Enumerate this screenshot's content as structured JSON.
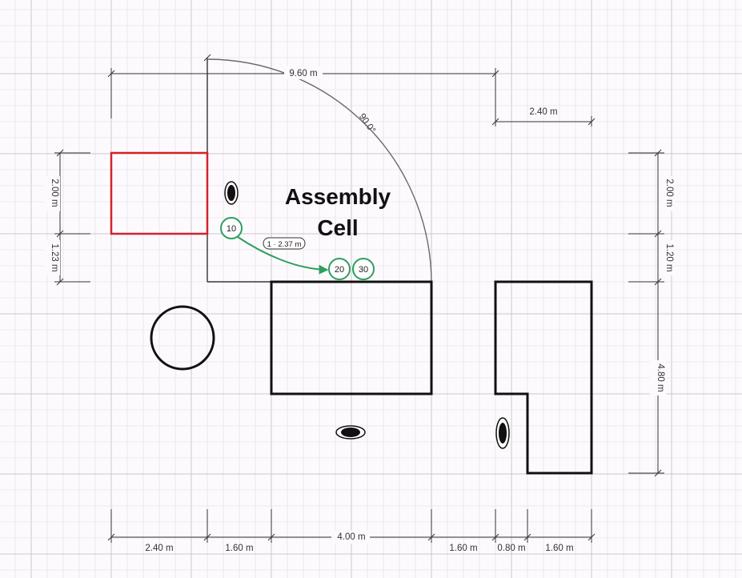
{
  "title": {
    "line1": "Assembly",
    "line2": "Cell"
  },
  "colors": {
    "grid_minor": "#e9e2ea",
    "grid_major": "#cdc5cf",
    "highlight": "#d2232a",
    "flow": "#2e9e5e",
    "ink": "#111111",
    "dim": "#333333"
  },
  "dimensions": {
    "top_total": "9.60 m",
    "top_right": "2.40 m",
    "arc_angle": "90.0°",
    "left_upper": "2.00 m",
    "left_lower": "1.23 m",
    "right_upper": "2.00 m",
    "right_middle": "1.20 m",
    "right_lower": "4.80 m",
    "bottom": [
      "2.40 m",
      "1.60 m",
      "4.00 m",
      "1.60 m",
      "0.80 m",
      "1.60 m"
    ]
  },
  "flow": {
    "nodes": [
      "10",
      "20",
      "30"
    ],
    "connector_label": "1 · 2.37 m"
  },
  "icons": {
    "workstations": [
      "operator-icon",
      "operator-icon",
      "operator-icon"
    ]
  }
}
